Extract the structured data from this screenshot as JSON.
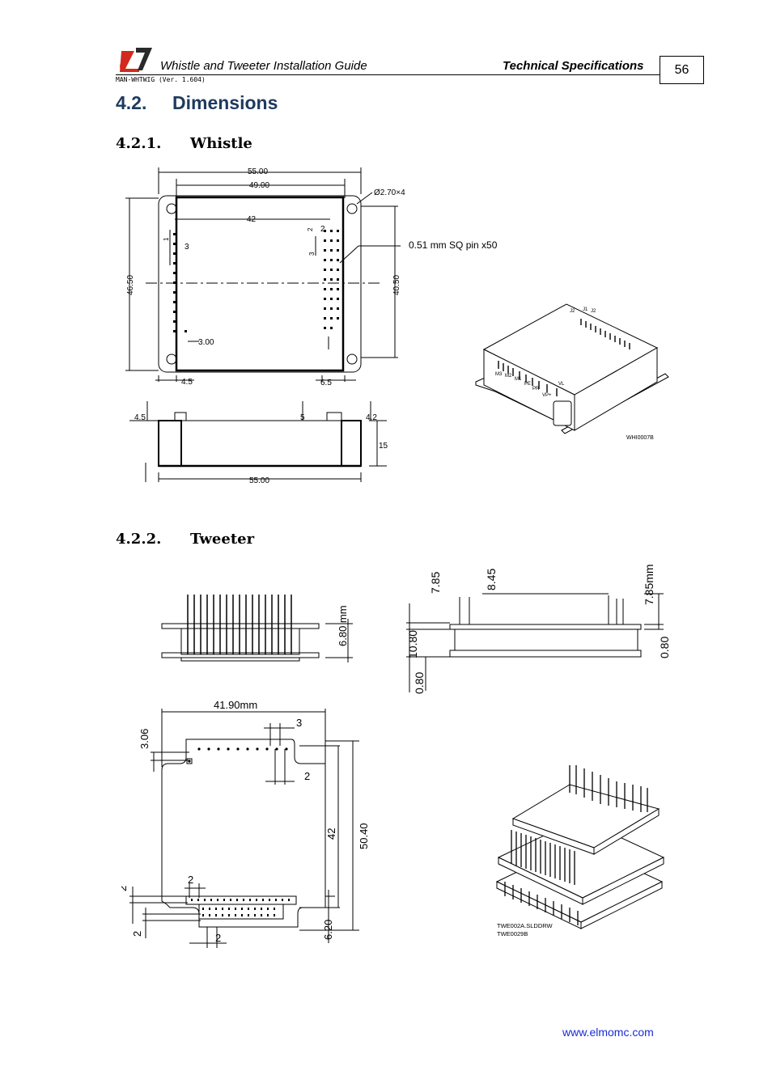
{
  "header": {
    "doc_title": "Whistle and Tweeter Installation Guide",
    "section": "Technical Specifications",
    "version": "MAN-WHTWIG (Ver. 1.604)",
    "page_number": "56"
  },
  "section": {
    "number": "4.2.",
    "title": "Dimensions"
  },
  "whistle": {
    "number": "4.2.1.",
    "title": "Whistle",
    "dims": {
      "overall_width": "55.00",
      "inner_width": "49.00",
      "hole": "Ø2.70×4",
      "pin_span": "42",
      "pitch_2": "2",
      "pitch_3": "3",
      "pin_label": "0.51 mm SQ pin x50",
      "height_overall": "46.50",
      "height_inner": "40.50",
      "offset_300": "3.00",
      "left_offset": "4.5",
      "right_offset": "6.5",
      "side_left": "4.5",
      "side_mid": "5",
      "side_right": "4.2",
      "side_height": "15",
      "side_width": "55.00",
      "small_2": "2",
      "small_3": "3",
      "small_l": "1"
    },
    "iso_labels": [
      "J2",
      "J1",
      "J2",
      "M3",
      "M2",
      "M1",
      "PE",
      "PR",
      "VP+",
      "VL"
    ],
    "drawing_id": "WHI0007B"
  },
  "tweeter": {
    "number": "4.2.2.",
    "title": "Tweeter",
    "dims": {
      "front_height": "6.80 mm",
      "side_785": "7.85",
      "side_845": "8.45",
      "side_785mm": "7.85mm",
      "side_1080": "10.80",
      "side_080_left": "0.80",
      "side_080_right": "0.80",
      "top_width": "41.90mm",
      "top_306": "3.06",
      "top_3": "3",
      "top_2": "2",
      "top_42": "42",
      "top_5040": "50.40",
      "bottom_2_top": "2",
      "bottom_2_left": "2",
      "bottom_2_lower": "2",
      "bottom_2_bottom": "2",
      "bottom_620": "6.20"
    },
    "drawing_ids": [
      "TWE002A.SLDDRW",
      "TWE0029B"
    ]
  },
  "footer": {
    "url": "www.elmomc.com"
  }
}
